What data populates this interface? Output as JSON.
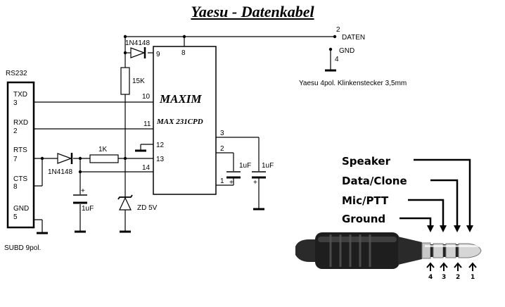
{
  "title": "Yaesu - Datenkabel",
  "components": {
    "diode_top": "1N4148",
    "diode_rts": "1N4148",
    "resistor_15k": "15K",
    "resistor_1k": "1K",
    "zener": "ZD 5V",
    "cap_rts": "1uF",
    "cap_chip_a": "1uF",
    "cap_chip_b": "1uF"
  },
  "chip": {
    "brand": "MAXIM",
    "part": "MAX 231CPD",
    "pins": {
      "p9": "9",
      "p8": "8",
      "p10": "10",
      "p11": "11",
      "p12": "12",
      "p13": "13",
      "p14": "14",
      "p3": "3",
      "p2": "2",
      "p1": "1"
    }
  },
  "rs232": {
    "title": "RS232",
    "footer": "SUBD 9pol.",
    "signals": [
      {
        "name": "TXD",
        "pin": "3"
      },
      {
        "name": "RXD",
        "pin": "2"
      },
      {
        "name": "RTS",
        "pin": "7"
      },
      {
        "name": "CTS",
        "pin": "8"
      },
      {
        "name": "GND",
        "pin": "5"
      }
    ]
  },
  "outputs": {
    "daten_pin": "2",
    "daten_label": "DATEN",
    "gnd_label": "GND",
    "gnd_pin": "4",
    "connector_caption": "Yaesu 4pol. Klinkenstecker 3,5mm"
  },
  "plug": {
    "labels": [
      "Speaker",
      "Data/Clone",
      "Mic/PTT",
      "Ground"
    ],
    "numbers": [
      "4",
      "3",
      "2",
      "1"
    ]
  }
}
